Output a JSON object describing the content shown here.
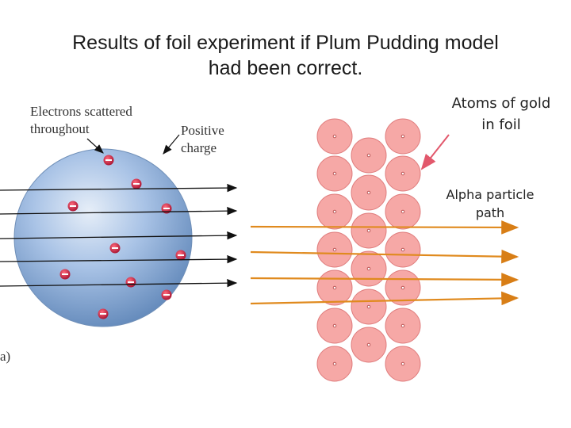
{
  "title": {
    "line1": "Results of foil experiment if Plum Pudding model",
    "line2": "had been correct."
  },
  "diagram": {
    "electrons_label_line1": "Electrons scattered",
    "electrons_label_line2": "throughout",
    "positive_label_line1": "Positive",
    "positive_label_line2": "charge",
    "atoms_label_line1": "Atoms of gold",
    "atoms_label_line2": "in foil",
    "alpha_label_line1": "Alpha particle",
    "alpha_label_line2": "path",
    "panel_marker": "a)",
    "electron_symbol": "−",
    "colors": {
      "sphere": "#7ea6d8",
      "electron": "#c0143c",
      "gold_atom": "#f4a3a3",
      "alpha_path": "#e08a1e"
    }
  }
}
